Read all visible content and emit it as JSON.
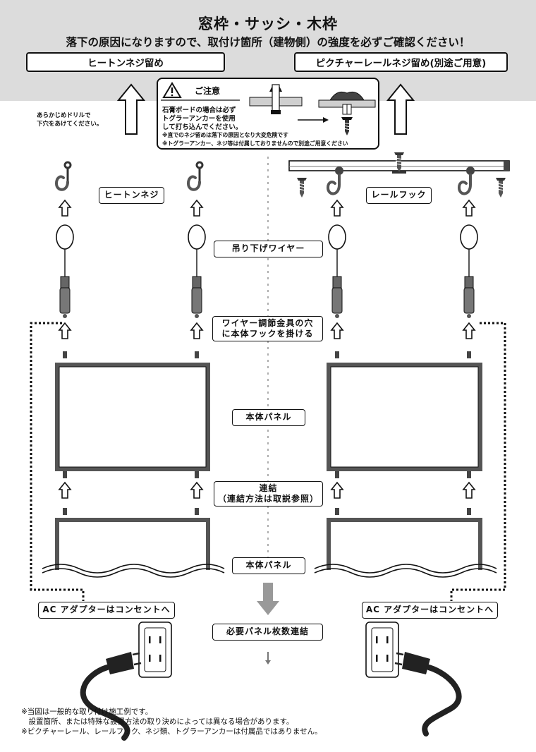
{
  "header": {
    "title": "窓枠・サッシ・木枠",
    "subtitle": "落下の原因になりますので、取付け箇所（建物側）の強度を必ずご確認ください！",
    "method_left": "ヒートンネジ留め",
    "method_right": "ピクチャーレールネジ留め(別途ご用意)"
  },
  "caution": {
    "title": "ご注意",
    "line1": "石膏ボードの場合は必ず",
    "line2": "トグラーアンカーを使用",
    "line3": "して打ち込んでください。",
    "note1": "※直でのネジ留めは落下の原因となり大変危険です",
    "note2": "※トグラーアンカー、ネジ等は付属しておりませんので別途ご用意ください"
  },
  "drill_note": {
    "line1": "あらかじめドリルで",
    "line2": "下穴をあけてください。"
  },
  "labels": {
    "heaton": "ヒートンネジ",
    "rail_hook": "レールフック",
    "wire": "吊り下げワイヤー",
    "adjuster_line1": "ワイヤー調節金具の穴",
    "adjuster_line2": "に本体フックを掛ける",
    "panel1": "本体パネル",
    "connect_line1": "連結",
    "connect_line2": "（連結方法は取説参照）",
    "panel2": "本体パネル",
    "adapter_left": "AC アダプターはコンセントへ",
    "adapter_right": "AC アダプターはコンセントへ",
    "repeat": "必要パネル枚数連結"
  },
  "footnotes": {
    "line1": "※当図は一般的な取り付け施工例です。",
    "line2": "　設置箇所、または特殊な設置方法の取り決めによっては異なる場合があります。",
    "line3": "※ピクチャーレール、レールフック、ネジ類、トグラーアンカーは付属品ではありません。"
  },
  "colors": {
    "header_bg": "#dcdcdc",
    "panel_frame": "#555555",
    "ink": "#111111"
  }
}
